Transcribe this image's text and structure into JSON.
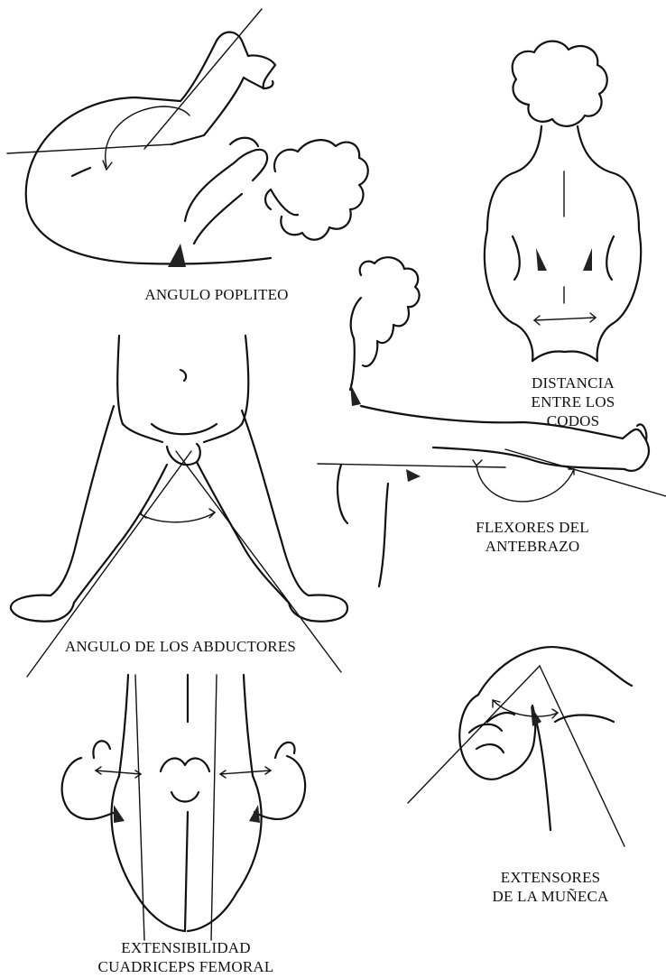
{
  "figures": {
    "popliteal": {
      "label": "ANGULO POPLITEO"
    },
    "elbows": {
      "lines": [
        "DISTANCIA",
        "ENTRE LOS",
        "CODOS"
      ]
    },
    "forearm": {
      "lines": [
        "FLEXORES DEL",
        "ANTEBRAZO"
      ]
    },
    "adductors": {
      "label": "ANGULO DE LOS ABDUCTORES"
    },
    "quadriceps": {
      "lines": [
        "EXTENSIBILIDAD",
        "CUADRICEPS FEMORAL"
      ]
    },
    "wrist": {
      "lines": [
        "EXTENSORES",
        "DE LA MUÑECA"
      ]
    }
  }
}
